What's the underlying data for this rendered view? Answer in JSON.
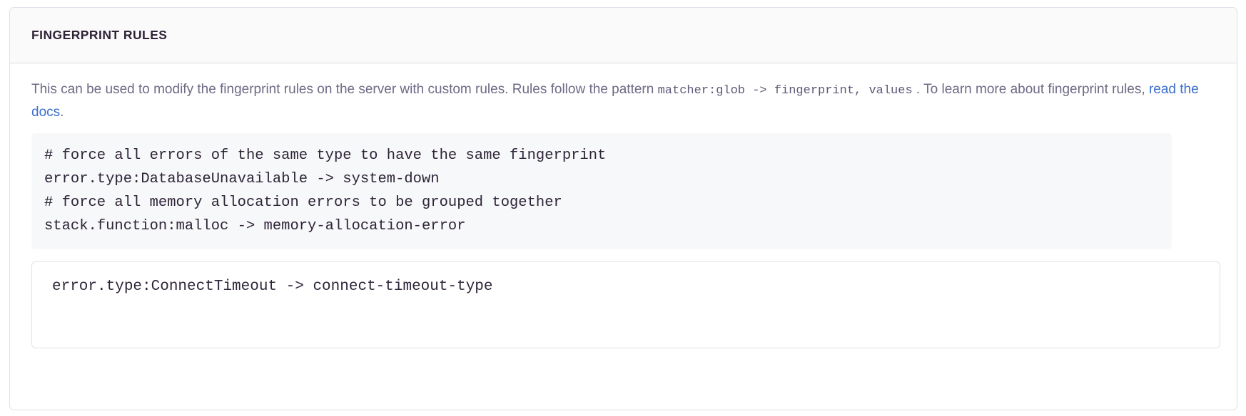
{
  "card": {
    "title": "FINGERPRINT RULES",
    "description": {
      "part1": "This can be used to modify the fingerprint rules on the server with custom rules. Rules follow the pattern ",
      "code1": "matcher:glob -> fingerprint, values",
      "part2": " . To learn more about fingerprint rules, ",
      "link_text": "read the docs",
      "part3": "."
    },
    "example_code": "# force all errors of the same type to have the same fingerprint\nerror.type:DatabaseUnavailable -> system-down\n# force all memory allocation errors to be grouped together\nstack.function:malloc -> memory-allocation-error",
    "rules_input": {
      "value": "error.type:ConnectTimeout -> connect-timeout-type",
      "placeholder": ""
    }
  },
  "colors": {
    "card_border": "#e0e0e8",
    "header_background": "#fafafb",
    "header_divider": "#dcdce6",
    "title_text": "#2f2436",
    "description_text": "#6d6a85",
    "link": "#3b6ecb",
    "code_background": "#f7f8f9",
    "code_text": "#2e2438",
    "input_border": "#e2e2ea"
  }
}
